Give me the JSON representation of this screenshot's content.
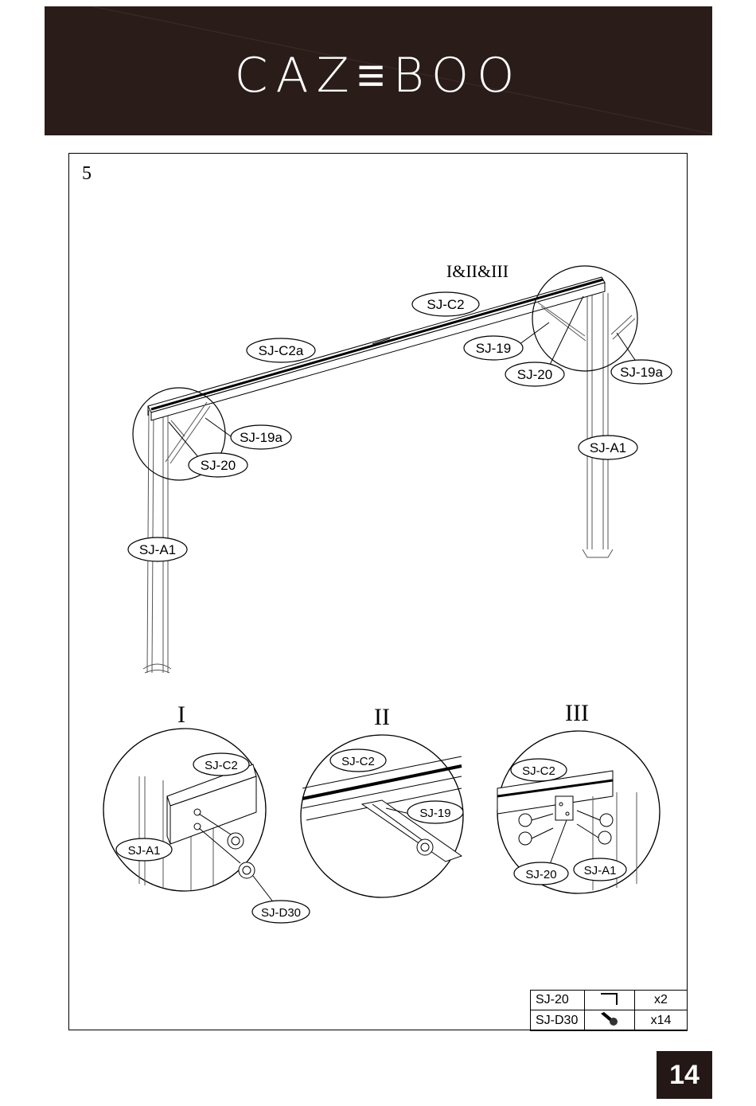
{
  "header": {
    "brand": "CAZ≡BOO",
    "bg_color": "#2a1c19",
    "text_color": "#ffffff"
  },
  "step": {
    "number": "5",
    "detail_refs": "I&II&III"
  },
  "main_labels": {
    "sj_c2": "SJ-C2",
    "sj_c2a": "SJ-C2a",
    "sj_19": "SJ-19",
    "sj_20_right": "SJ-20",
    "sj_19a_right": "SJ-19a",
    "sj_19a_left": "SJ-19a",
    "sj_20_left": "SJ-20",
    "sj_a1_right": "SJ-A1",
    "sj_a1_left": "SJ-A1"
  },
  "details": [
    {
      "roman": "I",
      "labels": [
        "SJ-C2",
        "SJ-A1",
        "SJ-D30"
      ]
    },
    {
      "roman": "II",
      "labels": [
        "SJ-C2",
        "SJ-19"
      ]
    },
    {
      "roman": "III",
      "labels": [
        "SJ-C2",
        "SJ-20",
        "SJ-A1"
      ]
    }
  ],
  "parts": [
    {
      "code": "SJ-20",
      "icon": "angle-bracket-icon",
      "qty": "x2"
    },
    {
      "code": "SJ-D30",
      "icon": "bolt-icon",
      "qty": "x14"
    }
  ],
  "page_number": "14"
}
